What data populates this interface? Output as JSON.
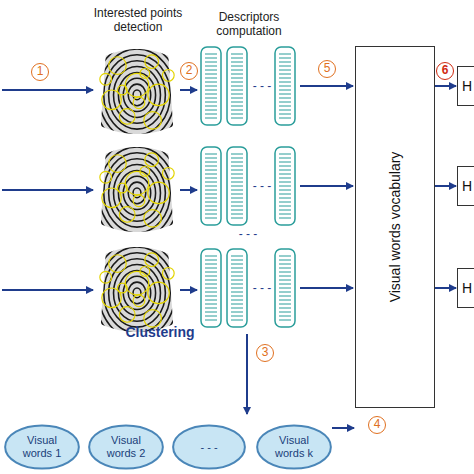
{
  "diagram": {
    "nodes": [
      {
        "text": [
          "Visual words vocabulary"
        ]
      },
      {
        "text": [
          "H"
        ]
      },
      {
        "text": [
          "H"
        ]
      },
      {
        "text": [
          "H"
        ]
      },
      {
        "text": [
          "Visual words 1"
        ]
      },
      {
        "text": [
          "Visual words 2"
        ]
      },
      {
        "text": [
          "- - -"
        ]
      },
      {
        "text": [
          "Visual words k"
        ]
      }
    ],
    "edges": [
      {
        "from": 0,
        "to": 1,
        "arrow": "to"
      },
      {
        "from": 0,
        "to": 2,
        "arrow": "to"
      },
      {
        "from": 0,
        "to": 3,
        "arrow": "to"
      },
      {
        "from": 7,
        "to": 0,
        "arrow": "to"
      }
    ],
    "labels": [
      "Interested points detection",
      "Descriptors computation",
      "1",
      "2",
      "5",
      "6",
      "- - -",
      "- - -",
      "- - -",
      "- - -",
      "Clustering",
      "3",
      "4"
    ]
  }
}
